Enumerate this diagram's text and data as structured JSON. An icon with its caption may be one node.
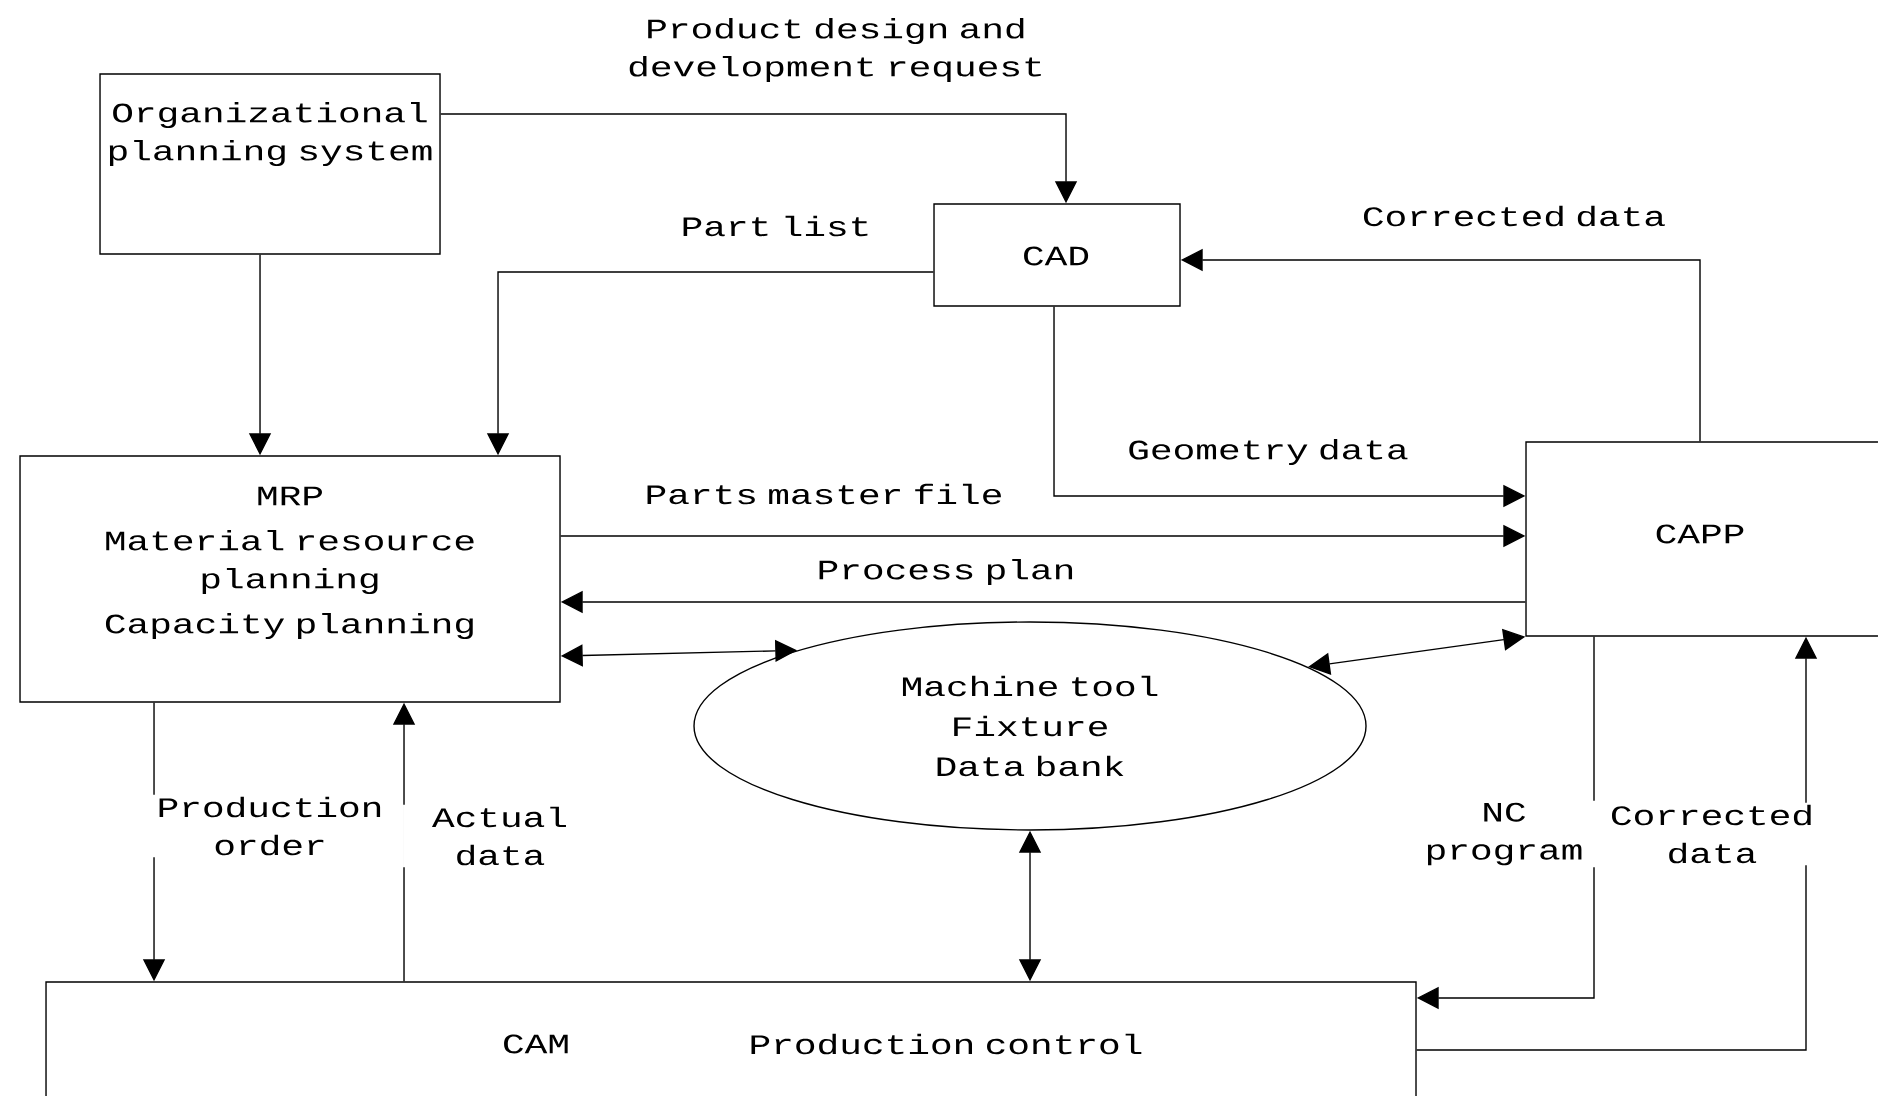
{
  "diagram": {
    "nodes": [
      {
        "text": [
          "Organizational planning system"
        ]
      },
      {
        "text": [
          "CAD"
        ]
      },
      {
        "text": [
          "MRP",
          "Material resource planning",
          "Capacity planning"
        ]
      },
      {
        "text": [
          "CAPP"
        ]
      },
      {
        "text": [
          "Machine tool",
          "Fixture",
          "Data bank"
        ]
      },
      {
        "text": [
          "CAM",
          "Production control"
        ]
      }
    ],
    "edges": [
      {
        "from": 0,
        "to": 1,
        "arrow": "to",
        "label": "Product design and development request"
      },
      {
        "from": 0,
        "to": 2,
        "arrow": "to"
      },
      {
        "from": 1,
        "to": 2,
        "arrow": "to",
        "label": "Part list"
      },
      {
        "from": 3,
        "to": 1,
        "arrow": "to",
        "label": "Corrected data"
      },
      {
        "from": 1,
        "to": 3,
        "arrow": "to",
        "label": "Geometry data"
      },
      {
        "from": 2,
        "to": 3,
        "arrow": "to",
        "label": "Parts master file"
      },
      {
        "from": 3,
        "to": 2,
        "arrow": "to",
        "label": "Process plan"
      },
      {
        "from": 2,
        "to": 4,
        "arrow": "both"
      },
      {
        "from": 3,
        "to": 4,
        "arrow": "both"
      },
      {
        "from": 2,
        "to": 5,
        "arrow": "to",
        "label": "Production order"
      },
      {
        "from": 5,
        "to": 2,
        "arrow": "to",
        "label": "Actual data"
      },
      {
        "from": 4,
        "to": 5,
        "arrow": "both"
      },
      {
        "from": 3,
        "to": 5,
        "arrow": "to",
        "label": "NC program"
      },
      {
        "from": 5,
        "to": 3,
        "arrow": "to",
        "label": "Corrected data"
      }
    ]
  }
}
